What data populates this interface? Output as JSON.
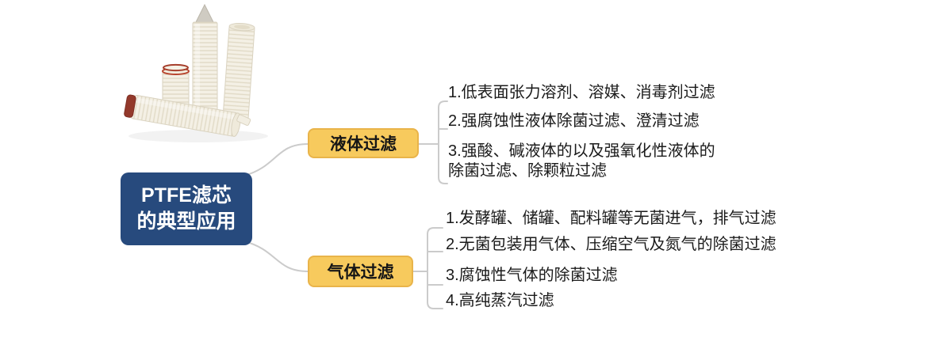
{
  "root": {
    "title": "PTFE滤芯\n的典型应用"
  },
  "colors": {
    "root_bg": "#274A7D",
    "root_text": "#FFFFFF",
    "branch_bg": "#F7CA5D",
    "branch_border": "#E9B44A",
    "connector": "#CBCBCB",
    "text": "#1B1B1B"
  },
  "branches": [
    {
      "label": "液体过滤",
      "items": [
        {
          "lines": [
            "1.低表面张力溶剂、溶媒、消毒剂过滤"
          ]
        },
        {
          "lines": [
            "2.强腐蚀性液体除菌过滤、澄清过滤"
          ]
        },
        {
          "lines": [
            "3.强酸、碱液体的以及强氧化性液体的",
            "除菌过滤、除颗粒过滤"
          ]
        }
      ]
    },
    {
      "label": "气体过滤",
      "items": [
        {
          "lines": [
            "1.发酵罐、储罐、配料罐等无菌进气，排气过滤"
          ]
        },
        {
          "lines": [
            "2.无菌包装用气体、压缩空气及氮气的除菌过滤"
          ]
        },
        {
          "lines": [
            "3.腐蚀性气体的除菌过滤"
          ]
        },
        {
          "lines": [
            "4.高纯蒸汽过滤"
          ]
        }
      ]
    }
  ]
}
